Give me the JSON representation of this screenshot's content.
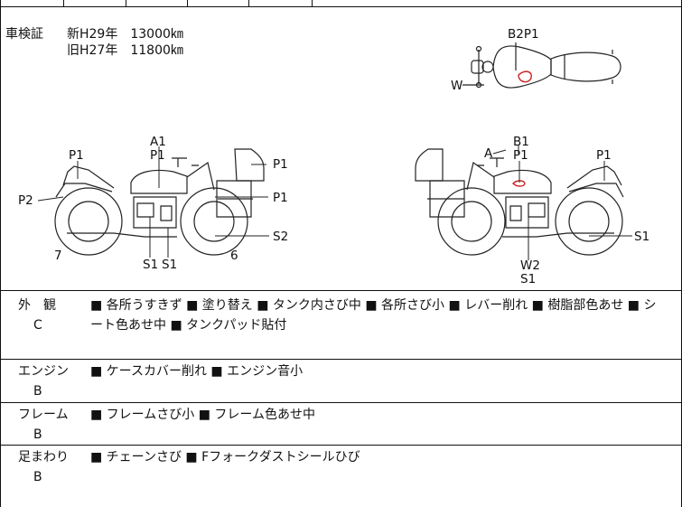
{
  "registration": {
    "label": "車検証",
    "new_line": "新H29年　13000㎞",
    "old_line": "旧H27年　11800㎞"
  },
  "diagram": {
    "top_view_labels": [
      "B2P1",
      "W"
    ],
    "left_view_labels": [
      "A1",
      "P1",
      "P1",
      "P1",
      "P1",
      "P2",
      "S2",
      "7",
      "6",
      "S1",
      "S1"
    ],
    "right_view_labels": [
      "B1",
      "A",
      "P1",
      "P1",
      "W2",
      "S1",
      "S1"
    ],
    "damage_mark_color": "#cc2222"
  },
  "sections": [
    {
      "category": "外　観",
      "grade": "C",
      "line1": "■ 各所うすきず ■ 塗り替え ■ タンク内さび中 ■ 各所さび小 ■ レバー削れ ■ 樹脂部色あせ ■ シ",
      "line2": "ート色あせ中 ■ タンクパッド貼付"
    },
    {
      "category": "エンジン",
      "grade": "B",
      "line1": "■ ケースカバー削れ ■ エンジン音小",
      "line2": ""
    },
    {
      "category": "フレーム",
      "grade": "B",
      "line1": "■ フレームさび小 ■ フレーム色あせ中",
      "line2": ""
    },
    {
      "category": "足まわり",
      "grade": "B",
      "line1": "■ チェーンさび ■ Fフォークダストシールひび",
      "line2": ""
    }
  ]
}
